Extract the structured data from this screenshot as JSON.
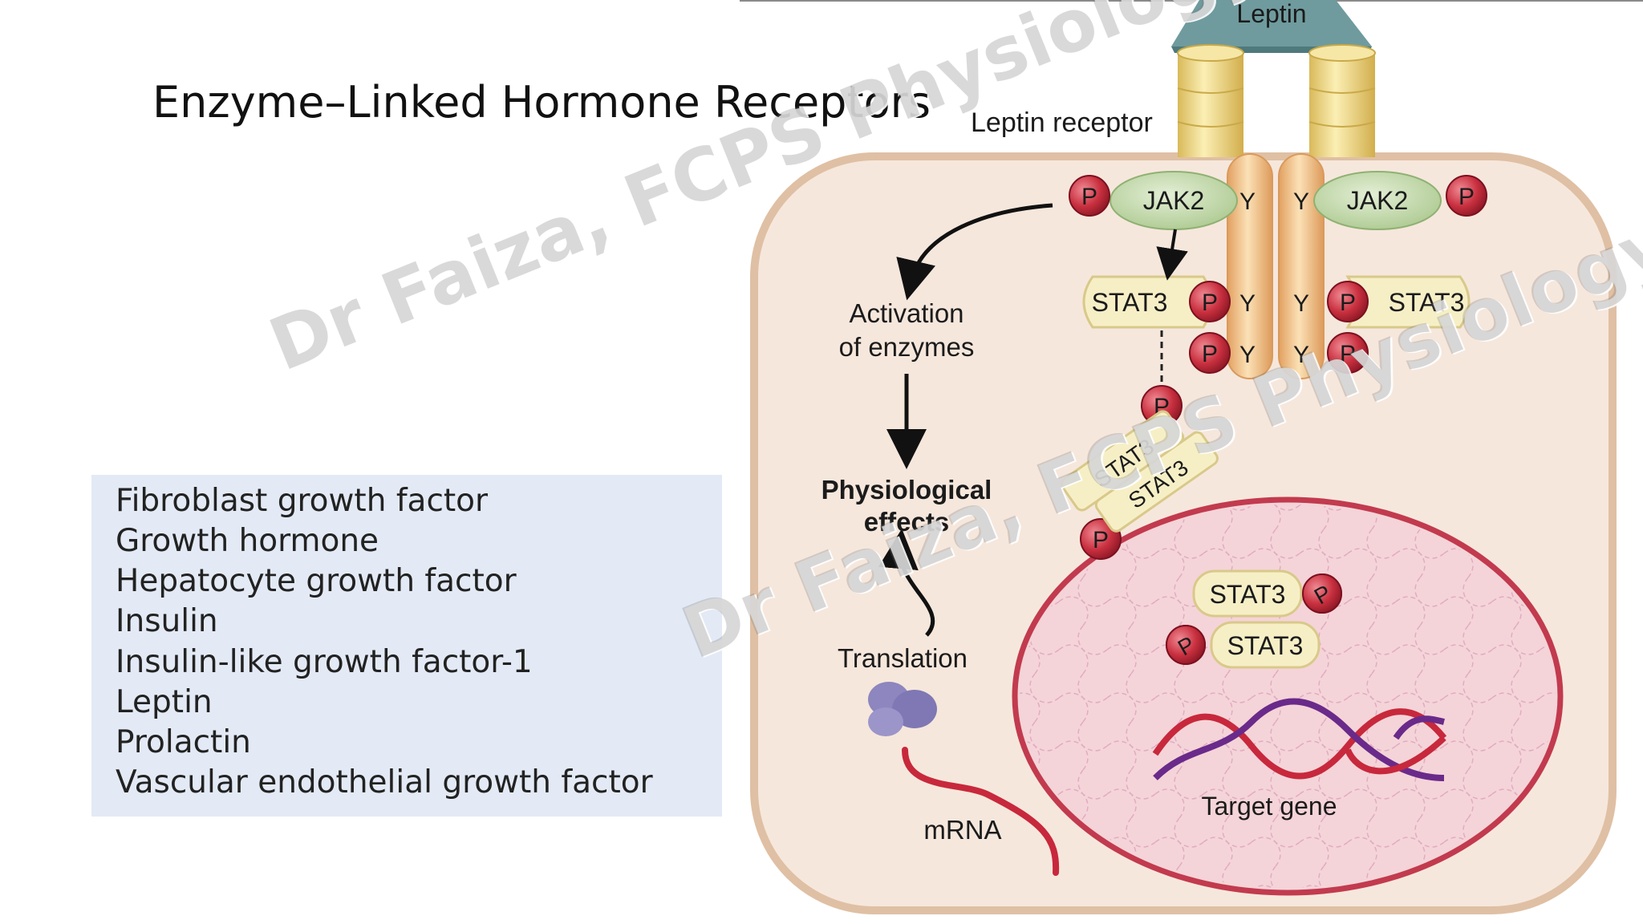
{
  "slide": {
    "title": "Enzyme–Linked Hormone Receptors",
    "hormones": [
      "Fibroblast growth factor",
      "Growth hormone",
      "Hepatocyte growth factor",
      "Insulin",
      "Insulin-like growth factor-1",
      "Leptin",
      "Prolactin",
      "Vascular endothelial growth factor"
    ]
  },
  "diagram": {
    "leptin": "Leptin",
    "receptor": "Leptin receptor",
    "jak_left": "JAK2",
    "jak_right": "JAK2",
    "phospho": "P",
    "tyrosine": "Y",
    "stat_left": "STAT3",
    "stat_right": "STAT3",
    "stat_dimer_a": "STAT3",
    "stat_dimer_b": "STAT3",
    "stat_nuc_a": "STAT3",
    "stat_nuc_b": "STAT3",
    "activation_line1": "Activation",
    "activation_line2": "of enzymes",
    "physio_line1": "Physiological",
    "physio_line2": "effects",
    "translation": "Translation",
    "mrna": "mRNA",
    "target_gene": "Target gene"
  },
  "watermark": {
    "text": "Dr Faiza, FCPS Physiology"
  },
  "colors": {
    "cell_fill": "#f6e7dc",
    "cell_border": "#dfc0a4",
    "nucleus_fill": "#f4d4d8",
    "nucleus_border": "#c23a4e",
    "jak_fill": "#c7dcb0",
    "stat_fill": "#f6efc6",
    "phospho_fill": "#c9303f",
    "receptor_fill": "#f2ddaf",
    "leptin_fill": "#6f9b9e",
    "dna_red": "#c8283c",
    "dna_purple": "#6a2a8a",
    "ribosome": "#8d86bf"
  }
}
